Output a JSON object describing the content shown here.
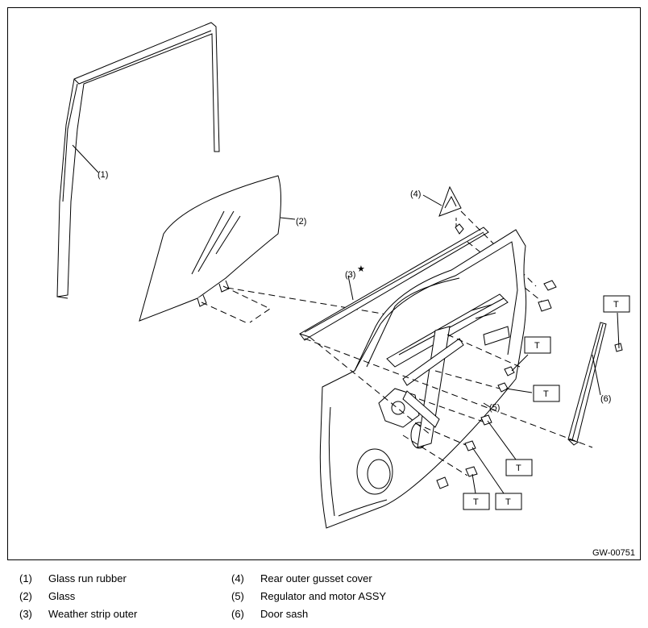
{
  "figure_id": "GW-00751",
  "callouts": {
    "c1": "(1)",
    "c2": "(2)",
    "c3": "(3)",
    "c4": "(4)",
    "c5": "(5)",
    "c6": "(6)",
    "star": "★"
  },
  "torque_mark": "T",
  "legend": [
    {
      "num": "(1)",
      "text": "Glass run rubber"
    },
    {
      "num": "(2)",
      "text": "Glass"
    },
    {
      "num": "(3)",
      "text": "Weather strip outer"
    },
    {
      "num": "(4)",
      "text": "Rear outer gusset cover"
    },
    {
      "num": "(5)",
      "text": "Regulator and motor ASSY"
    },
    {
      "num": "(6)",
      "text": "Door sash"
    }
  ]
}
